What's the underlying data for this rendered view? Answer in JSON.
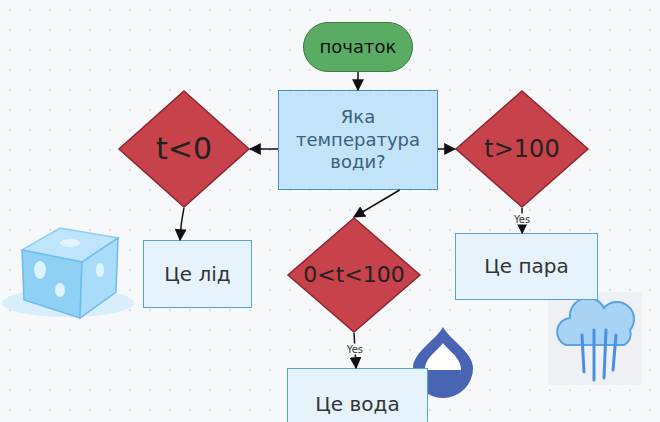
{
  "diagram": {
    "nodes": [
      {
        "text": [
          "початок"
        ]
      },
      {
        "text": [
          "Яка температура води?"
        ]
      },
      {
        "text": [
          "t<0"
        ]
      },
      {
        "text": [
          "t>100"
        ]
      },
      {
        "text": [
          "0<t<100"
        ]
      },
      {
        "text": [
          "Це лід"
        ]
      },
      {
        "text": [
          "Це пара"
        ]
      },
      {
        "text": [
          "Це вода"
        ]
      }
    ],
    "edges": [
      {
        "from": 0,
        "to": 1,
        "arrow": "to"
      },
      {
        "from": 1,
        "to": 2,
        "arrow": "to"
      },
      {
        "from": 1,
        "to": 3,
        "arrow": "to"
      },
      {
        "from": 1,
        "to": 4,
        "arrow": "to"
      },
      {
        "from": 2,
        "to": 5,
        "arrow": "to"
      },
      {
        "from": 3,
        "to": 6,
        "label": "Yes",
        "arrow": "to"
      },
      {
        "from": 4,
        "to": 7,
        "label": "Yes",
        "arrow": "to"
      }
    ]
  }
}
